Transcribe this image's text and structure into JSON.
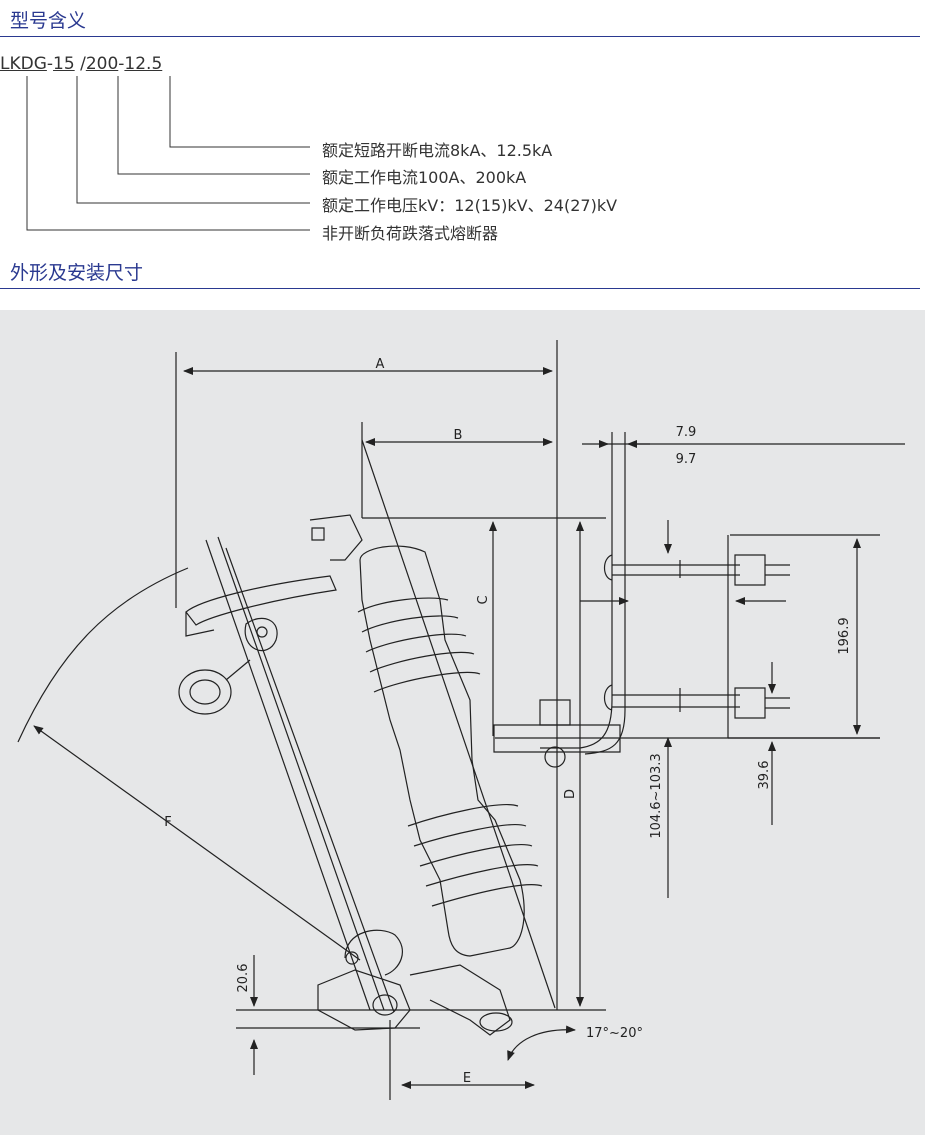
{
  "section1": {
    "title": "型号含义"
  },
  "model": {
    "p1": "LKDG",
    "sep1": "-",
    "p2": "15",
    "sep2": "/",
    "p3": "200",
    "sep3": "-",
    "p4": "12.5"
  },
  "meanings": [
    "额定短路开断电流8kA、12.5kA",
    "额定工作电流100A、200kA",
    "额定工作电压kV：12(15)kV、24(27)kV",
    "非开断负荷跌落式熔断器"
  ],
  "section2": {
    "title": "外形及安装尺寸"
  },
  "dims": {
    "A": "A",
    "B": "B",
    "C": "C",
    "D": "D",
    "E": "E",
    "F": "F",
    "d79": "7.9",
    "d97": "9.7",
    "d1969": "196.9",
    "d396": "39.6",
    "d1046": "104.6~103.3",
    "d206": "20.6",
    "angle": "17°~20°"
  },
  "colors": {
    "accent": "#2a3990",
    "panel": "#e6e7e8",
    "line": "#222222"
  }
}
